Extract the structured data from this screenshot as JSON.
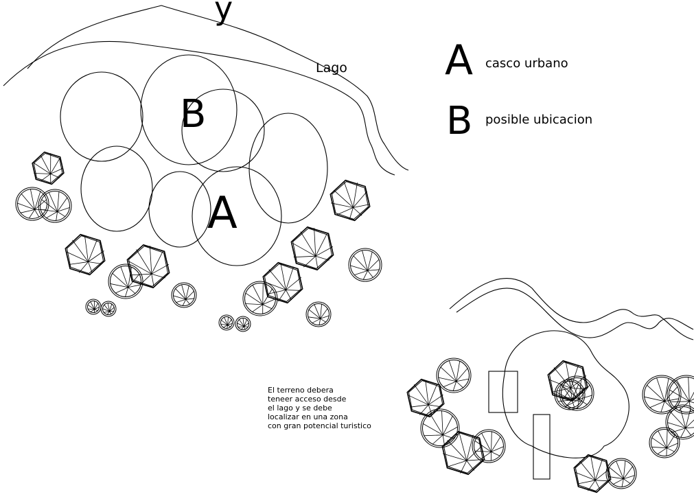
{
  "labels": {
    "lake": "Lago",
    "zone_a": "A",
    "zone_b": "B",
    "heading_fragment": "y"
  },
  "legend": [
    {
      "letter": "A",
      "text": "casco urbano"
    },
    {
      "letter": "B",
      "text": "posible ubicacion"
    }
  ],
  "note": [
    "El terreno debera",
    "teneer acceso desde",
    "el lago y se debe",
    "localizar en una zona",
    "con gran potencial turistico"
  ],
  "colors": {
    "ink": "#000000",
    "paper": "#ffffff"
  }
}
